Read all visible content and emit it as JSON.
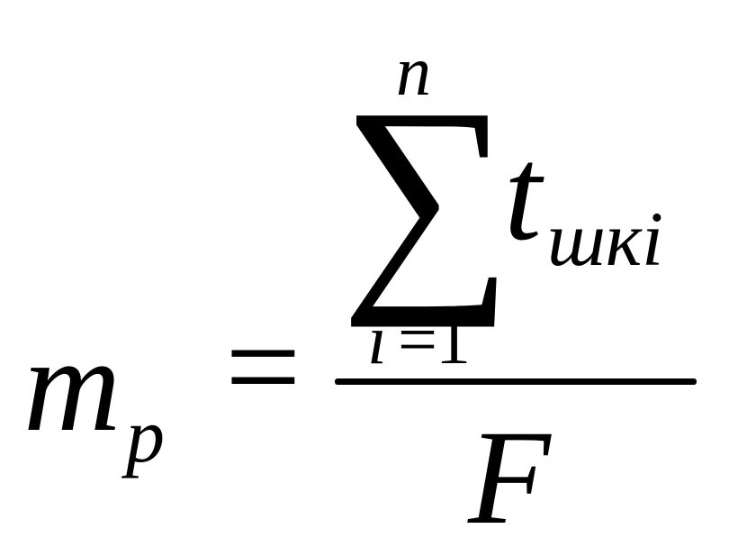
{
  "formula": {
    "lhs_symbol": "m",
    "lhs_subscript": "p",
    "equals": "=",
    "sum_symbol": "∑",
    "sum_upper": "n",
    "sum_lower_index": "i",
    "sum_lower_equals": "=",
    "sum_lower_start": "1",
    "term_symbol": "t",
    "term_subscript": "шкі",
    "denominator": "F"
  }
}
